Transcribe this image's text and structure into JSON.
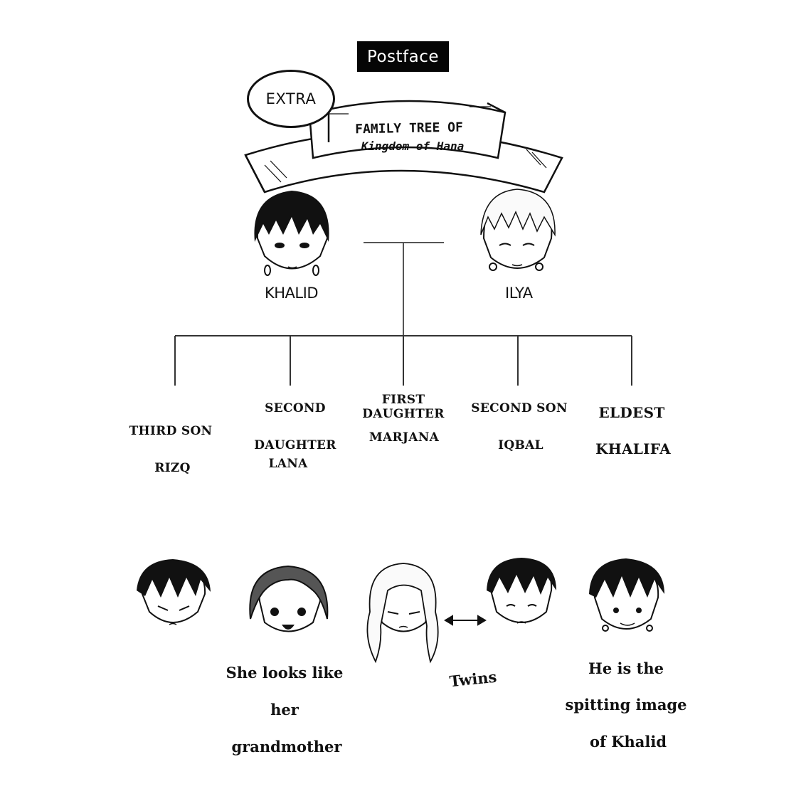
{
  "header": {
    "postface_label": "Postface",
    "extra_label": "EXTRA",
    "banner_title": "FAMILY TREE OF",
    "banner_subtitle": "Kingdom of Hana"
  },
  "parents": [
    {
      "name": "KHALID",
      "face": "dark-hair-man-face-icon"
    },
    {
      "name": "ILYA",
      "face": "light-hair-man-face-icon"
    }
  ],
  "children": [
    {
      "title_line1": "THIRD SON",
      "title_line2": "RIZQ"
    },
    {
      "title_line1": "SECOND",
      "title_line2": "DAUGHTER",
      "title_line3": "LANA"
    },
    {
      "title_line1": "FIRST DAUGHTER",
      "title_line2": "MARJANA"
    },
    {
      "title_line1": "SECOND SON",
      "title_line2": "IQBAL"
    },
    {
      "title_line1": "ELDEST",
      "title_line2": "KHALIFA"
    }
  ],
  "notes": {
    "lana": [
      "She looks like",
      "her",
      "grandmother"
    ],
    "twins": "Twins",
    "khalifa": [
      "He is the",
      "spitting image",
      "of Khalid"
    ]
  }
}
